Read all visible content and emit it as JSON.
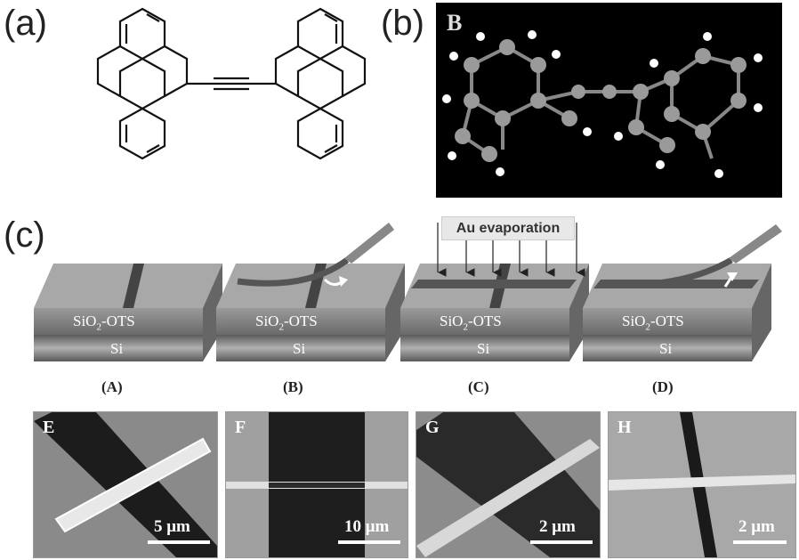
{
  "panel_a": {
    "letter": "(a)"
  },
  "panel_b": {
    "letter": "(b)",
    "inset_letter": "B"
  },
  "panel_c": {
    "letter": "(c)",
    "evaporation_label": "Au evaporation",
    "layer_top": "SiO",
    "layer_top_sub": "2",
    "layer_top_suffix": "-OTS",
    "layer_bottom": "Si",
    "steps": [
      "(A)",
      "(B)",
      "(C)",
      "(D)"
    ]
  },
  "sem_images": [
    {
      "letter": "E",
      "scale": "5 μm"
    },
    {
      "letter": "F",
      "scale": "10 μm"
    },
    {
      "letter": "G",
      "scale": "2 μm"
    },
    {
      "letter": "H",
      "scale": "2 μm"
    }
  ]
}
